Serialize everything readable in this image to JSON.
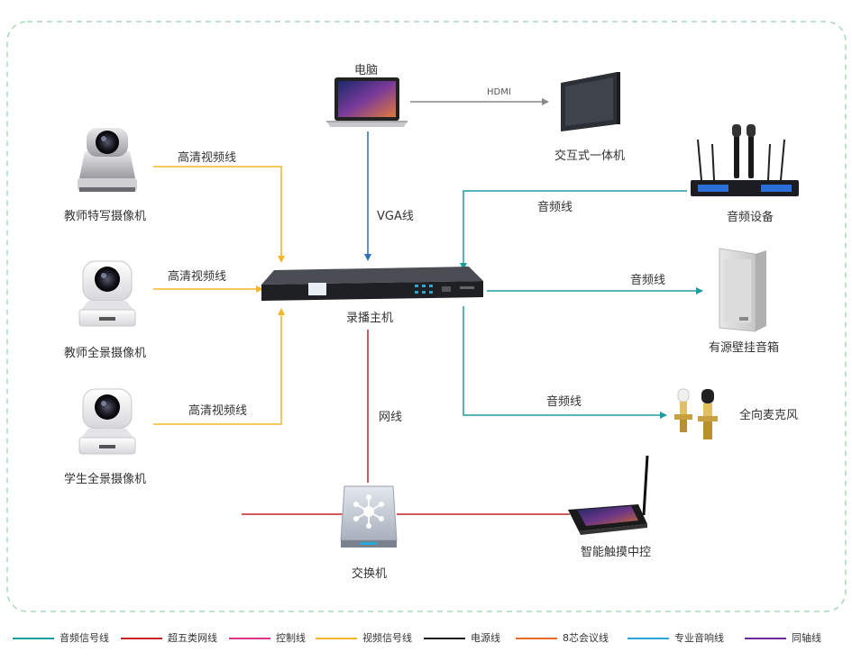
{
  "devices": {
    "computer": "电脑",
    "interactive_display": "交互式一体机",
    "teacher_closeup_camera": "教师特写摄像机",
    "teacher_panorama_camera": "教师全景摄像机",
    "student_panorama_camera": "学生全景摄像机",
    "recorder": "录播主机",
    "audio_device": "音频设备",
    "wall_speaker": "有源壁挂音箱",
    "microphone": "全向麦克风",
    "switch": "交换机",
    "touch_controller": "智能触摸中控"
  },
  "connections": {
    "hdmi": "HDMI",
    "vga": "VGA线",
    "hd_video_1": "高清视频线",
    "hd_video_2": "高清视频线",
    "hd_video_3": "高清视频线",
    "audio_in": "音频线",
    "audio_out_speaker": "音频线",
    "audio_out_mic": "音频线",
    "network": "网线"
  },
  "legend": [
    {
      "label": "音频信号线",
      "color": "#1a9fa0"
    },
    {
      "label": "超五类网线",
      "color": "#c8222b"
    },
    {
      "label": "控制线",
      "color": "#e0338a"
    },
    {
      "label": "视频信号线",
      "color": "#f5b52a"
    },
    {
      "label": "电源线",
      "color": "#1a1a1a"
    },
    {
      "label": "8芯会议线",
      "color": "#e86a2a"
    },
    {
      "label": "专业音响线",
      "color": "#2aa6d8"
    },
    {
      "label": "同轴线",
      "color": "#6a2a9a"
    }
  ],
  "colors": {
    "audio": "#1a9fa0",
    "network": "#c8222b",
    "video": "#f5b52a",
    "vga": "#2a6fb8",
    "hdmi": "#888888",
    "border": "#a8d8b8"
  }
}
